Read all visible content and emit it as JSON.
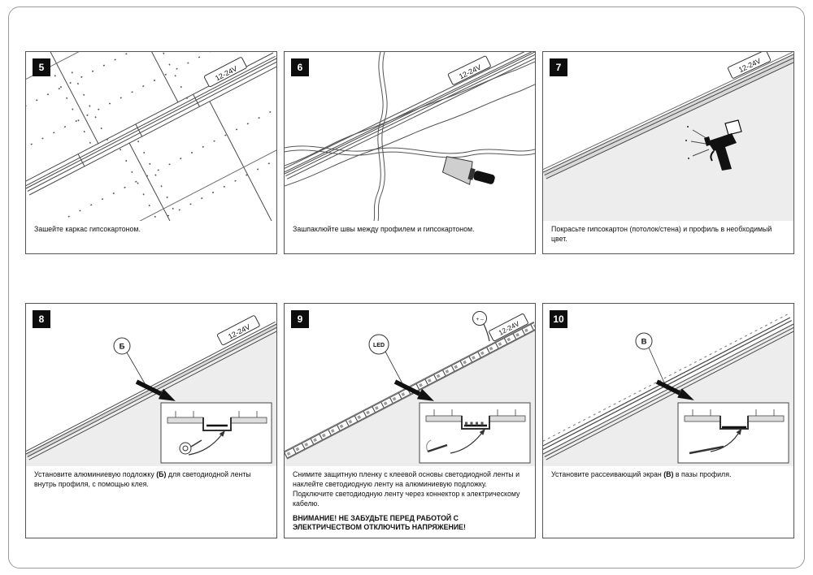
{
  "panels": [
    {
      "number": "5",
      "voltage_label": "12-24V",
      "caption": "Зашейте каркас гипсокартоном."
    },
    {
      "number": "6",
      "voltage_label": "12-24V",
      "caption": "Зашпаклюйте швы между профилем и гипсокартоном."
    },
    {
      "number": "7",
      "voltage_label": "12-24V",
      "caption": "Покрасьте гипсокартон (потолок/стена) и профиль в необходимый цвет."
    },
    {
      "number": "8",
      "voltage_label": "12-24V",
      "callout_label": "Б",
      "caption_pre": "Установите алюминиевую подложку ",
      "caption_bold": "(Б)",
      "caption_post": " для светодиодной ленты внутрь профиля, с помощью клея."
    },
    {
      "number": "9",
      "voltage_label": "12-24V",
      "callout_label": "LED",
      "connector_label": "+ –",
      "caption": "Снимите защитную  пленку с клеевой основы светодиодной ленты и наклейте светодиодную ленту на алюминиевую подложку. Подключите светодиодную ленту через коннектор к электрическому кабелю.",
      "warning": "ВНИМАНИЕ! НЕ ЗАБУДЬТЕ ПЕРЕД РАБОТОЙ С ЭЛЕКТРИЧЕСТВОМ ОТКЛЮЧИТЬ НАПРЯЖЕНИЕ!"
    },
    {
      "number": "10",
      "callout_label": "В",
      "caption_pre": "Установите рассеивающий экран ",
      "caption_bold": "(В)",
      "caption_post": " в пазы профиля."
    }
  ]
}
